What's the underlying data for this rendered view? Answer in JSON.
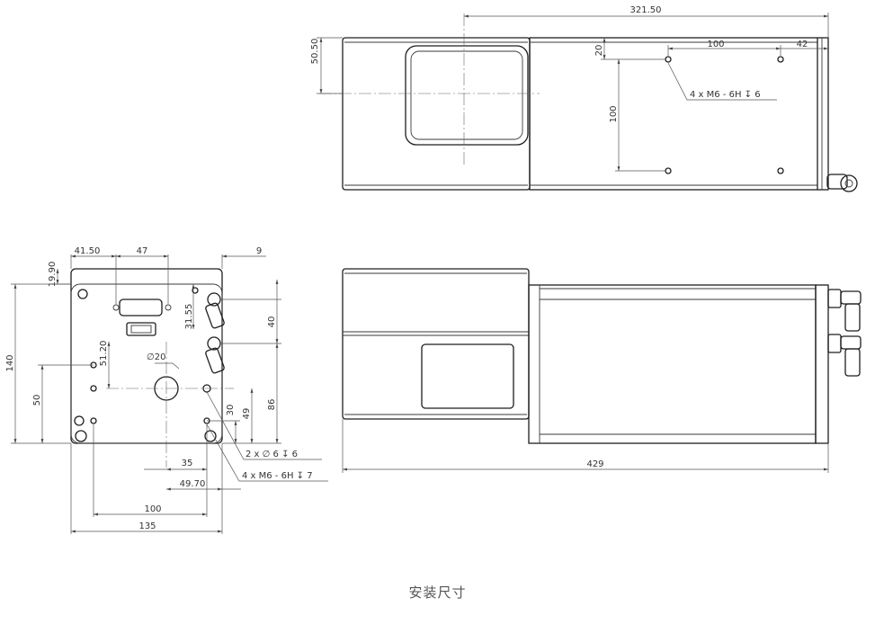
{
  "caption": "安装尺寸",
  "top_view": {
    "overall_length": "321.50",
    "window_offset": "50.50",
    "hole_spacing_x": "100",
    "hole_edge_x": "42",
    "hole_edge_y": "20",
    "hole_spacing_y": "100",
    "hole_callout": "4 x M6 - 6H ↧ 6"
  },
  "front_view": {
    "left_offset": "41.50",
    "connector_width": "47",
    "right_offset": "9",
    "top_offset": "19.90",
    "connector_height": "31.55",
    "overall_height": "140",
    "fitting_spacing": "40",
    "pin_height": "51.20",
    "hole_height": "50",
    "bore_diameter": "∅20",
    "right_height": "86",
    "hole_right_1": "49",
    "hole_right_2": "30",
    "pin_spacing": "35",
    "pin_offset": "49.70",
    "hole_spacing": "100",
    "overall_width": "135",
    "pin_callout": "2 x ∅ 6 ↧ 6",
    "thread_callout": "4 x M6 - 6H ↧ 7"
  },
  "side_view": {
    "overall_length": "429"
  }
}
